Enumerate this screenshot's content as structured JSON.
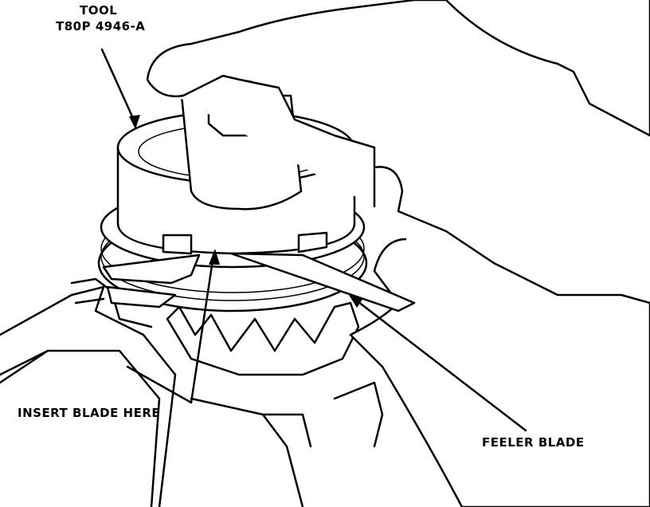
{
  "labels": {
    "tool_line1": "TOOL",
    "tool_line2": "T80P 4946-A",
    "insert": "INSERT BLADE HERE",
    "feeler": "FEELER BLADE"
  }
}
